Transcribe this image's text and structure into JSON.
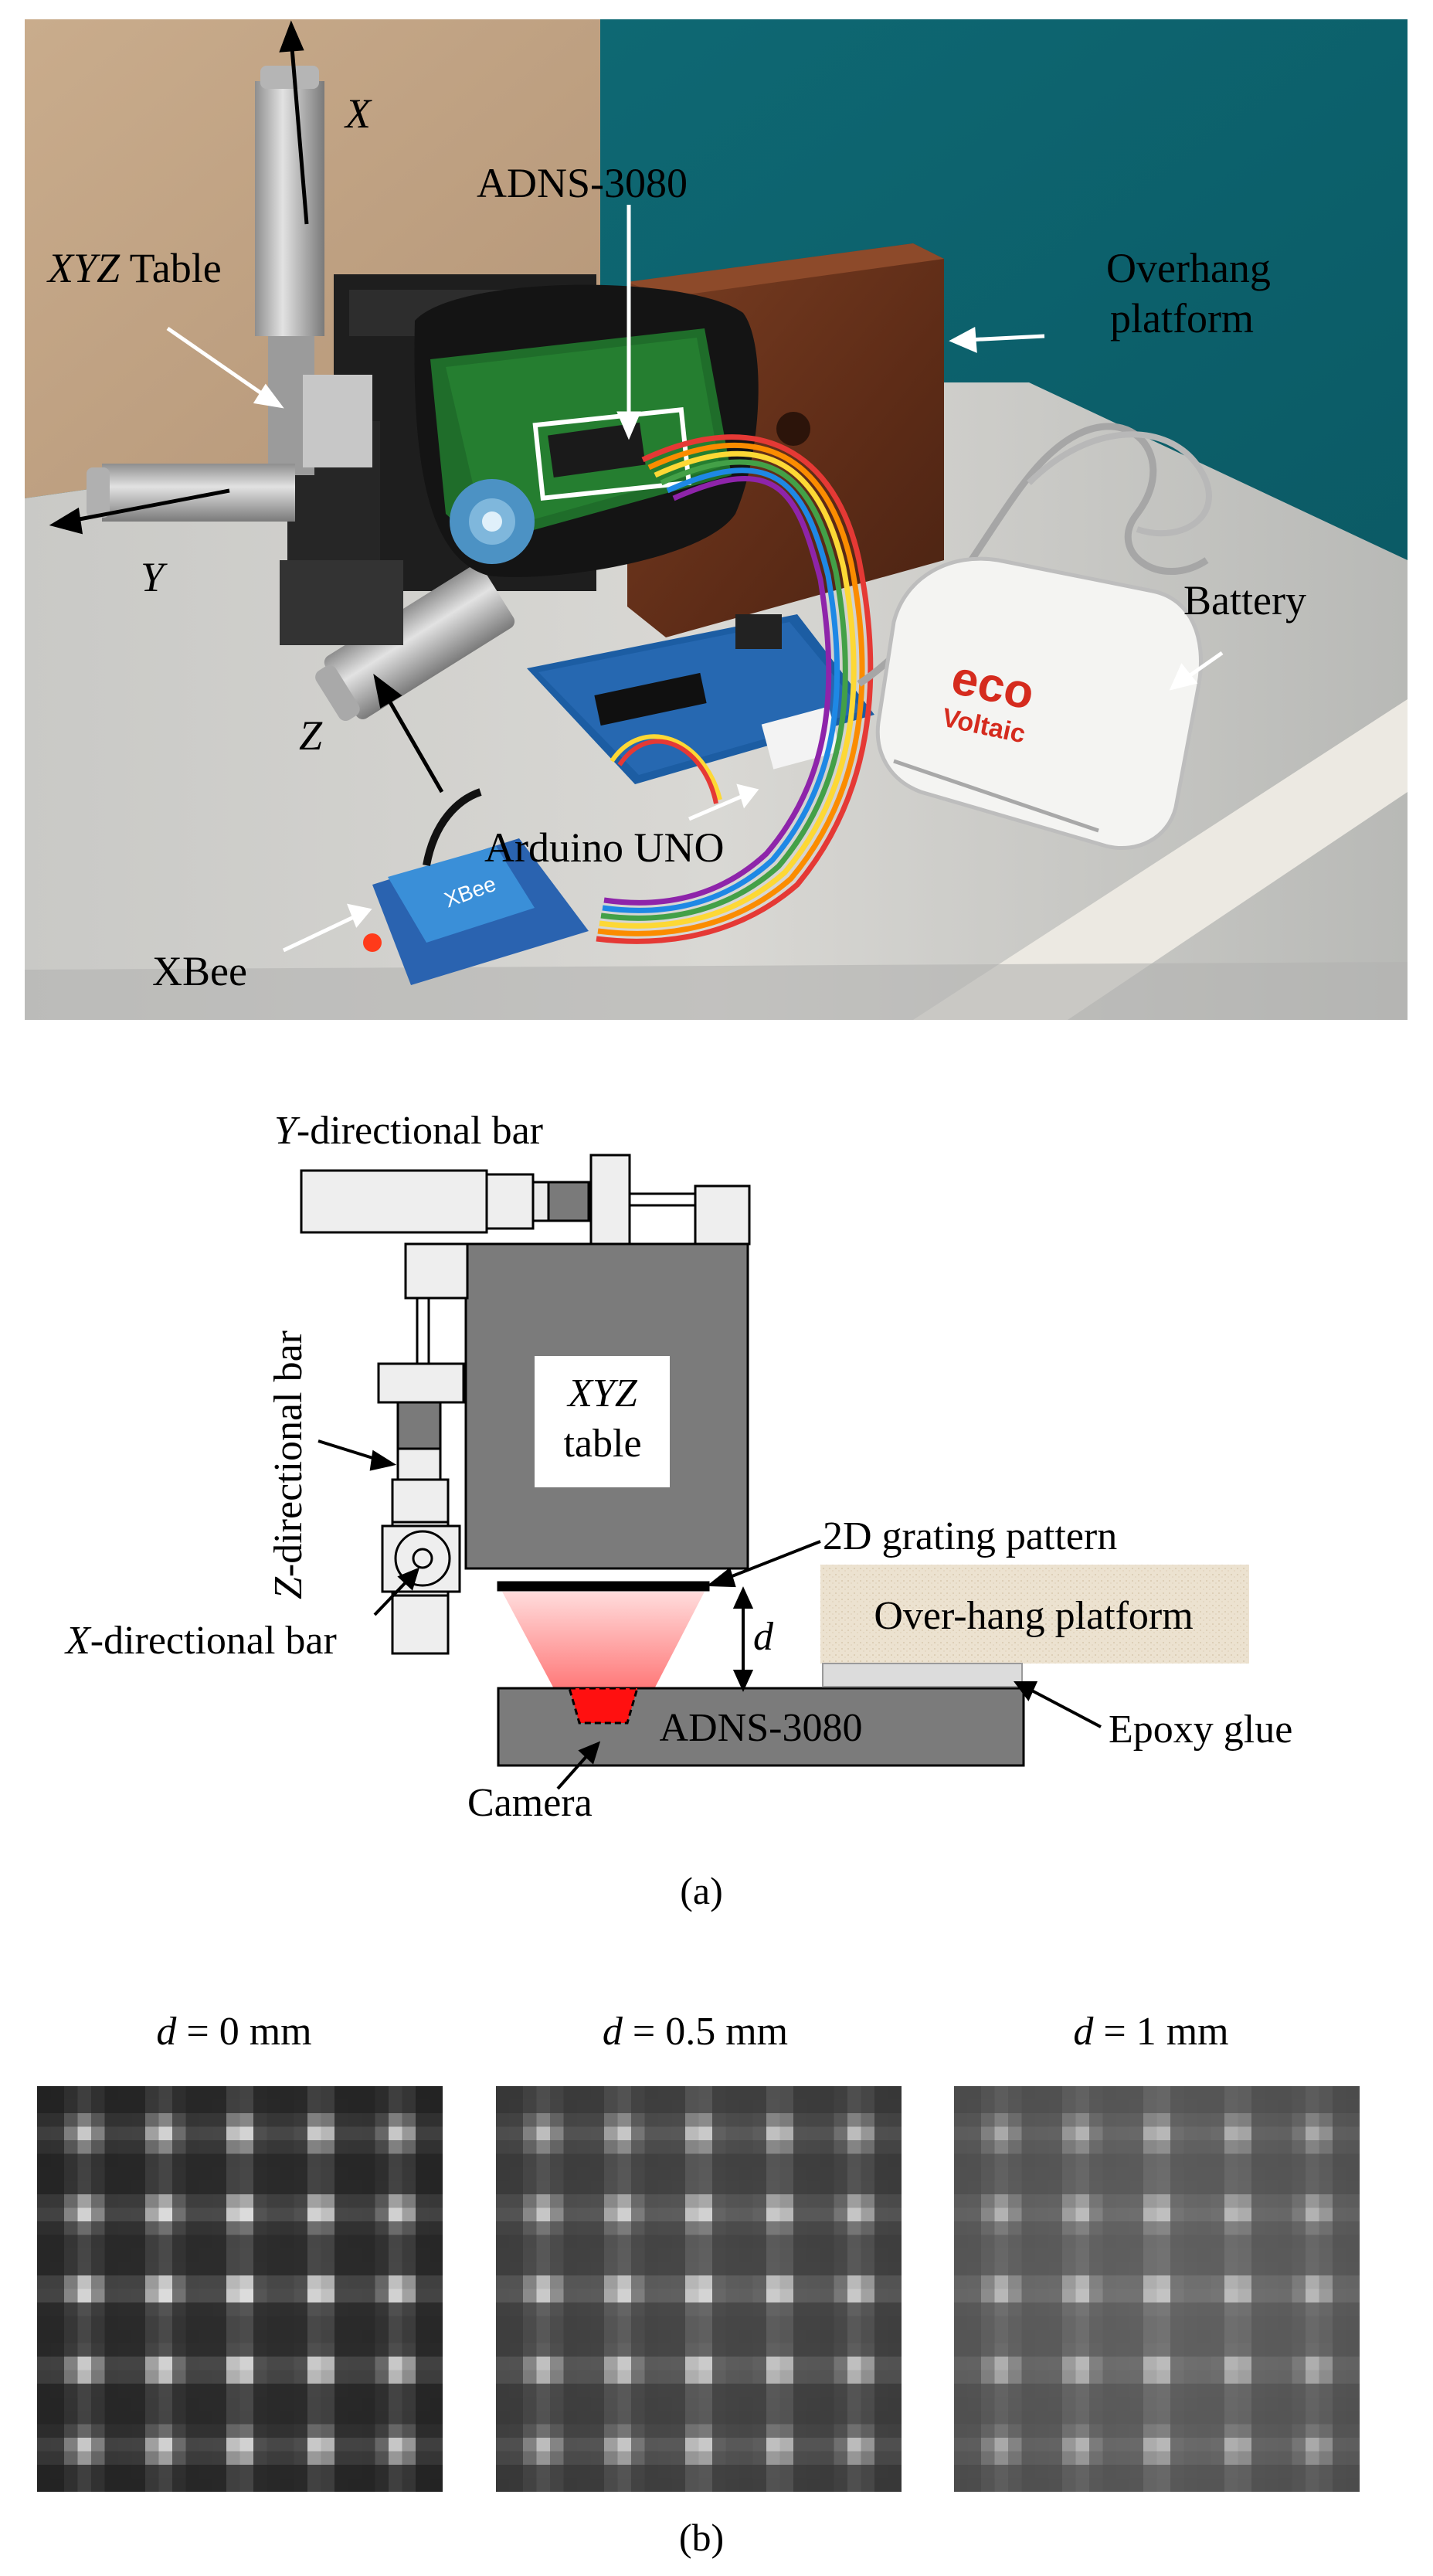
{
  "photo": {
    "labels": {
      "x_axis": "X",
      "y_axis": "Y",
      "z_axis": "Z",
      "xyz_italic": "XYZ",
      "xyz_rest": " Table",
      "adns": "ADNS-3080",
      "overhang_line1": "Overhang",
      "overhang_line2": "platform",
      "battery": "Battery",
      "battery_brand1": "eco",
      "battery_brand2": "Voltaic",
      "arduino": "Arduino UNO",
      "xbee": "XBee",
      "xbee_chip": "XBee"
    }
  },
  "diagram": {
    "y_bar_italic": "Y",
    "y_bar_rest": "-directional bar",
    "z_bar_italic": "Z",
    "z_bar_rest": "-directional bar",
    "x_bar_italic": "X",
    "x_bar_rest": "-directional bar",
    "table_line1": "XYZ",
    "table_line2": "table",
    "grating": "2D grating pattern",
    "d": "d",
    "platform": "Over-hang platform",
    "sensor": "ADNS-3080",
    "glue": "Epoxy glue",
    "camera": "Camera"
  },
  "caption_a": "(a)",
  "caption_b": "(b)",
  "gratings": [
    {
      "d_var": "d",
      "label_rest": " = 0 mm",
      "contrast": 1.0,
      "blur": 0.0
    },
    {
      "d_var": "d",
      "label_rest": " = 0.5 mm",
      "contrast": 0.8,
      "blur": 0.3
    },
    {
      "d_var": "d",
      "label_rest": " = 1 mm",
      "contrast": 0.55,
      "blur": 0.6
    }
  ]
}
